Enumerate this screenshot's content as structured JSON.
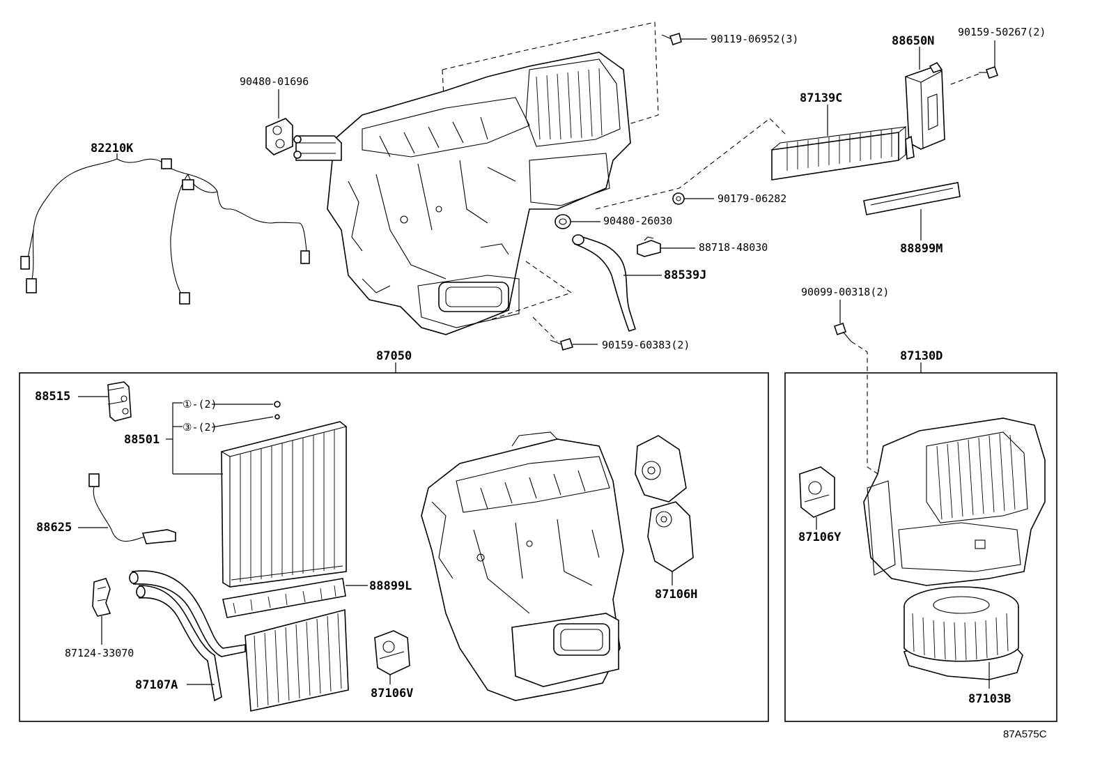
{
  "labels": {
    "p90119": "90119-06952(3)",
    "p88650N": "88650N",
    "p90159a": "90159-50267(2)",
    "p90480a": "90480-01696",
    "p87139C": "87139C",
    "p82210K": "82210K",
    "p90179": "90179-06282",
    "p90480b": "90480-26030",
    "p88718": "88718-48030",
    "p88899M": "88899M",
    "p88539J": "88539J",
    "p90099": "90099-00318(2)",
    "p90159b": "90159-60383(2)",
    "p87050": "87050",
    "p87130D": "87130D",
    "p88515": "88515",
    "p88501": "88501",
    "ring1": "①-(2)",
    "ring3": "③-(2)",
    "p88625": "88625",
    "p88899L": "88899L",
    "p87106H": "87106H",
    "p87106Y": "87106Y",
    "p87124": "87124-33070",
    "p87107A": "87107A",
    "p87106V": "87106V",
    "p87103B": "87103B"
  },
  "diagram_code": "87A575C"
}
